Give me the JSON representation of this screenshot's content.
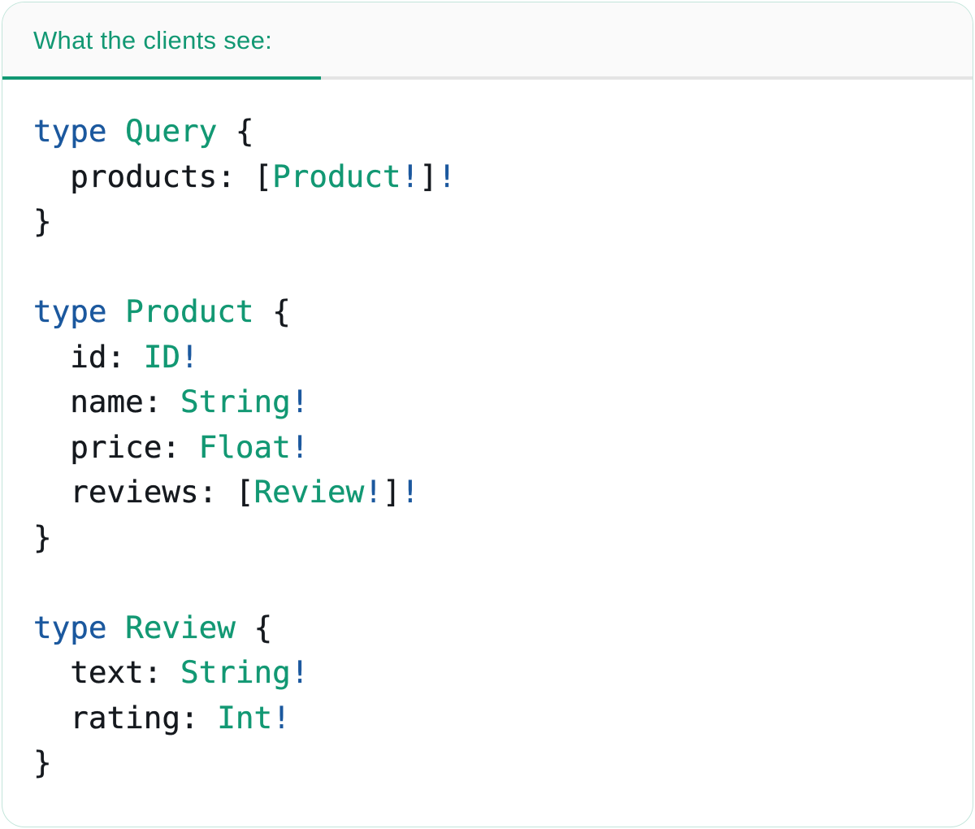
{
  "card": {
    "header": {
      "label": "What the clients see:"
    },
    "colors": {
      "teal": "#129873",
      "blue": "#1b589e",
      "ink": "#15191e",
      "divider_gray": "#e4e4e4",
      "header_bg": "#fafafa",
      "border_green": "rgba(21,154,111,0.26)"
    }
  },
  "code": {
    "language": "graphql",
    "lines": [
      [
        {
          "t": "type",
          "s": "k"
        },
        {
          "t": " ",
          "s": "p"
        },
        {
          "t": "Query",
          "s": "t"
        },
        {
          "t": " {",
          "s": "p"
        }
      ],
      [
        {
          "t": "  products: [",
          "s": "p"
        },
        {
          "t": "Product",
          "s": "t"
        },
        {
          "t": "!",
          "s": "k"
        },
        {
          "t": "]",
          "s": "p"
        },
        {
          "t": "!",
          "s": "k"
        }
      ],
      [
        {
          "t": "}",
          "s": "p"
        }
      ],
      [],
      [
        {
          "t": "type",
          "s": "k"
        },
        {
          "t": " ",
          "s": "p"
        },
        {
          "t": "Product",
          "s": "t"
        },
        {
          "t": " {",
          "s": "p"
        }
      ],
      [
        {
          "t": "  id: ",
          "s": "p"
        },
        {
          "t": "ID",
          "s": "t"
        },
        {
          "t": "!",
          "s": "k"
        }
      ],
      [
        {
          "t": "  name: ",
          "s": "p"
        },
        {
          "t": "String",
          "s": "t"
        },
        {
          "t": "!",
          "s": "k"
        }
      ],
      [
        {
          "t": "  price: ",
          "s": "p"
        },
        {
          "t": "Float",
          "s": "t"
        },
        {
          "t": "!",
          "s": "k"
        }
      ],
      [
        {
          "t": "  reviews: [",
          "s": "p"
        },
        {
          "t": "Review",
          "s": "t"
        },
        {
          "t": "!",
          "s": "k"
        },
        {
          "t": "]",
          "s": "p"
        },
        {
          "t": "!",
          "s": "k"
        }
      ],
      [
        {
          "t": "}",
          "s": "p"
        }
      ],
      [],
      [
        {
          "t": "type",
          "s": "k"
        },
        {
          "t": " ",
          "s": "p"
        },
        {
          "t": "Review",
          "s": "t"
        },
        {
          "t": " {",
          "s": "p"
        }
      ],
      [
        {
          "t": "  text: ",
          "s": "p"
        },
        {
          "t": "String",
          "s": "t"
        },
        {
          "t": "!",
          "s": "k"
        }
      ],
      [
        {
          "t": "  rating: ",
          "s": "p"
        },
        {
          "t": "Int",
          "s": "t"
        },
        {
          "t": "!",
          "s": "k"
        }
      ],
      [
        {
          "t": "}",
          "s": "p"
        }
      ]
    ]
  }
}
